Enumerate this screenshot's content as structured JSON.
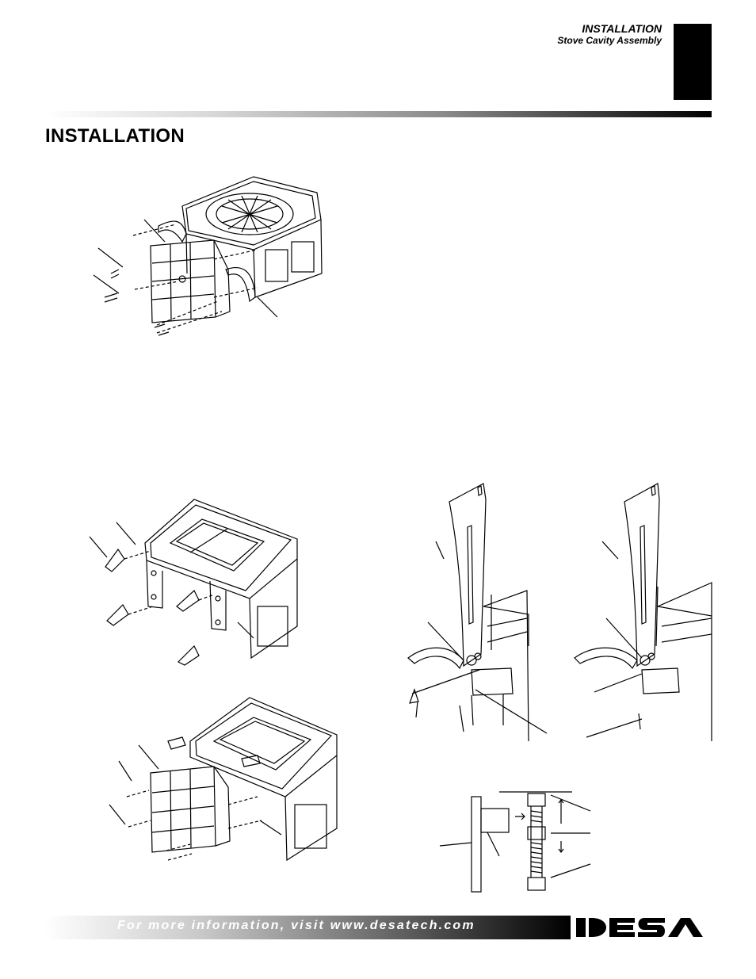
{
  "header": {
    "section": "INSTALLATION",
    "subsection": "Stove Cavity Assembly"
  },
  "page": {
    "title": "INSTALLATION"
  },
  "footer": {
    "info_text": "For more information, visit www.desatech.com",
    "brand": "DESA",
    "colors": {
      "band_dark": "#000000",
      "band_light": "#ffffff"
    }
  },
  "figures": [
    {
      "icon": "stove-cavity-exploded-icon"
    },
    {
      "icon": "stove-top-legs-icon"
    },
    {
      "icon": "stove-front-panel-icon"
    },
    {
      "icon": "leg-hinge-detail-left-icon"
    },
    {
      "icon": "leg-hinge-detail-right-icon"
    },
    {
      "icon": "leveling-bolt-detail-icon"
    }
  ]
}
